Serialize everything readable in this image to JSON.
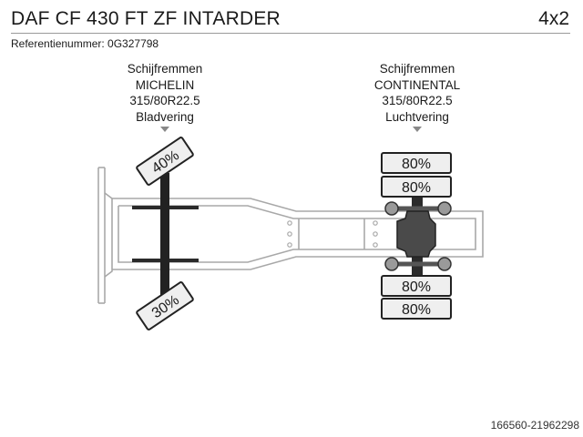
{
  "header": {
    "title": "DAF CF 430 FT ZF INTARDER",
    "axle_config": "4x2"
  },
  "reference": "Referentienummer: 0G327798",
  "axles": {
    "front": {
      "brake": "Schijfremmen",
      "tyre_brand": "MICHELIN",
      "tyre_size": "315/80R22.5",
      "suspension": "Bladvering",
      "tyres": [
        {
          "position": "left",
          "tread": "40%"
        },
        {
          "position": "right",
          "tread": "30%"
        }
      ]
    },
    "rear": {
      "brake": "Schijfremmen",
      "tyre_brand": "CONTINENTAL",
      "tyre_size": "315/80R22.5",
      "suspension": "Luchtvering",
      "tyres": [
        {
          "position": "left-outer",
          "tread": "80%"
        },
        {
          "position": "left-inner",
          "tread": "80%"
        },
        {
          "position": "right-inner",
          "tread": "80%"
        },
        {
          "position": "right-outer",
          "tread": "80%"
        }
      ]
    }
  },
  "footer": "166560-21962298"
}
